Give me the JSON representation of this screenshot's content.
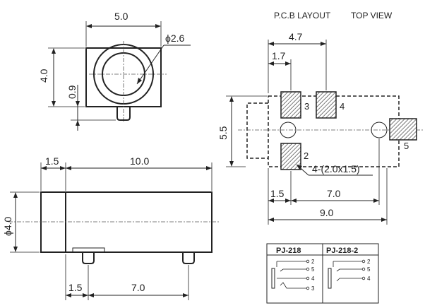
{
  "header": {
    "pcb_layout": "P.C.B LAYOUT",
    "top_view": "TOP VIEW"
  },
  "front_view": {
    "width": "5.0",
    "height": "4.0",
    "hole_diameter": "ϕ2.6",
    "pin_offset": "0.9"
  },
  "side_view": {
    "flange": "1.5",
    "length": "10.0",
    "diameter": "ϕ4.0",
    "pin_from_front": "1.5",
    "pin_spacing": "7.0"
  },
  "pcb": {
    "pad_spacing": "4.7",
    "pad_offset": "1.7",
    "height": "5.5",
    "pad_size_note": "4-(2.0x1.5)",
    "bottom_left": "1.5",
    "bottom_middle": "7.0",
    "total": "9.0",
    "pin_labels": [
      "3",
      "4",
      "2",
      "5"
    ]
  },
  "table": {
    "headers": [
      "PJ-218",
      "PJ-218-2"
    ],
    "left_pins": [
      "2",
      "5",
      "4",
      "3"
    ],
    "right_pins": [
      "2",
      "5",
      "4"
    ]
  }
}
